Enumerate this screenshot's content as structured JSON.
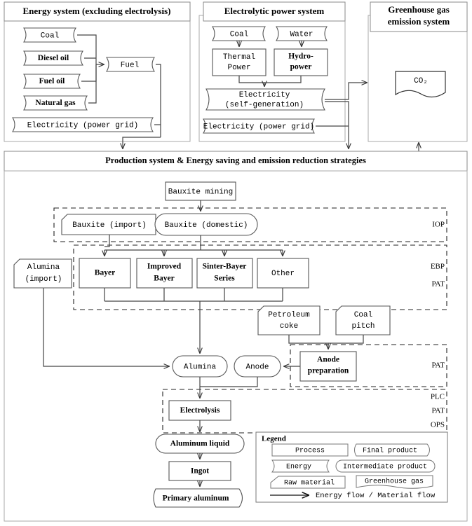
{
  "panels": {
    "energy_system": {
      "title": "Energy system (excluding electrolysis)",
      "nodes": {
        "coal": "Coal",
        "diesel_oil": "Diesel oil",
        "fuel_oil": "Fuel oil",
        "natural_gas": "Natural gas",
        "electricity_grid": "Electricity (power grid)",
        "fuel": "Fuel"
      }
    },
    "electrolytic_power_system": {
      "title": "Electrolytic power system",
      "nodes": {
        "coal": "Coal",
        "water": "Water",
        "thermal_power": "Thermal Power",
        "thermal_power_l1": "Thermal",
        "thermal_power_l2": "Power",
        "hydro_power": "Hydro-power",
        "hydro_power_l1": "Hydro-",
        "hydro_power_l2": "power",
        "electricity_self": "Electricity (self-generation)",
        "electricity_self_l1": "Electricity",
        "electricity_self_l2": "(self-generation)",
        "electricity_grid": "Electricity (power grid)"
      }
    },
    "greenhouse_gas_system": {
      "title": "Greenhouse gas emission system",
      "title_l1": "Greenhouse gas",
      "title_l2": "emission system",
      "nodes": {
        "co2": "CO₂"
      }
    },
    "production_system": {
      "title": "Production system & Energy saving and emission reduction strategies",
      "nodes": {
        "bauxite_mining": "Bauxite mining",
        "bauxite_import": "Bauxite (import)",
        "bauxite_domestic": "Bauxite (domestic)",
        "alumina_import": "Alumina (import)",
        "alumina_import_l1": "Alumina",
        "alumina_import_l2": "(import)",
        "bayer": "Bayer",
        "improved_bayer": "Improved Bayer",
        "improved_bayer_l1": "Improved",
        "improved_bayer_l2": "Bayer",
        "sinter_bayer": "Sinter-Bayer Series",
        "sinter_bayer_l1": "Sinter-Bayer",
        "sinter_bayer_l2": "Series",
        "other": "Other",
        "petroleum_coke": "Petroleum coke",
        "petroleum_coke_l1": "Petroleum",
        "petroleum_coke_l2": "coke",
        "coal_pitch": "Coal pitch",
        "coal_pitch_l1": "Coal",
        "coal_pitch_l2": "pitch",
        "alumina": "Alumina",
        "anode": "Anode",
        "anode_preparation": "Anode preparation",
        "anode_preparation_l1": "Anode",
        "anode_preparation_l2": "preparation",
        "electrolysis": "Electrolysis",
        "aluminum_liquid": "Aluminum liquid",
        "ingot": "Ingot",
        "primary_aluminum": "Primary aluminum"
      },
      "strategy_labels": {
        "iop": "IOP",
        "ebp": "EBP",
        "pat_1": "PAT",
        "pat_2": "PAT",
        "plc": "PLC",
        "pat_3": "PAT",
        "ops": "OPS"
      }
    }
  },
  "legend": {
    "title": "Legend",
    "items": [
      {
        "key": "process",
        "label": "Process",
        "shape": "rect"
      },
      {
        "key": "final_product",
        "label": "Final product",
        "shape": "final"
      },
      {
        "key": "energy",
        "label": "Energy",
        "shape": "energy"
      },
      {
        "key": "intermediate_product",
        "label": "Intermediate product",
        "shape": "stadium"
      },
      {
        "key": "raw_material",
        "label": "Raw material",
        "shape": "raw"
      },
      {
        "key": "greenhouse_gas",
        "label": "Greenhouse gas",
        "shape": "doc"
      }
    ],
    "flow_label": "Energy flow / Material flow"
  },
  "colors": {
    "background": "#ffffff",
    "panel_border": "#aaaaaa",
    "shape_stroke": "#555555",
    "connector": "#444444",
    "dashed_group": "#222222",
    "text": "#000000"
  }
}
